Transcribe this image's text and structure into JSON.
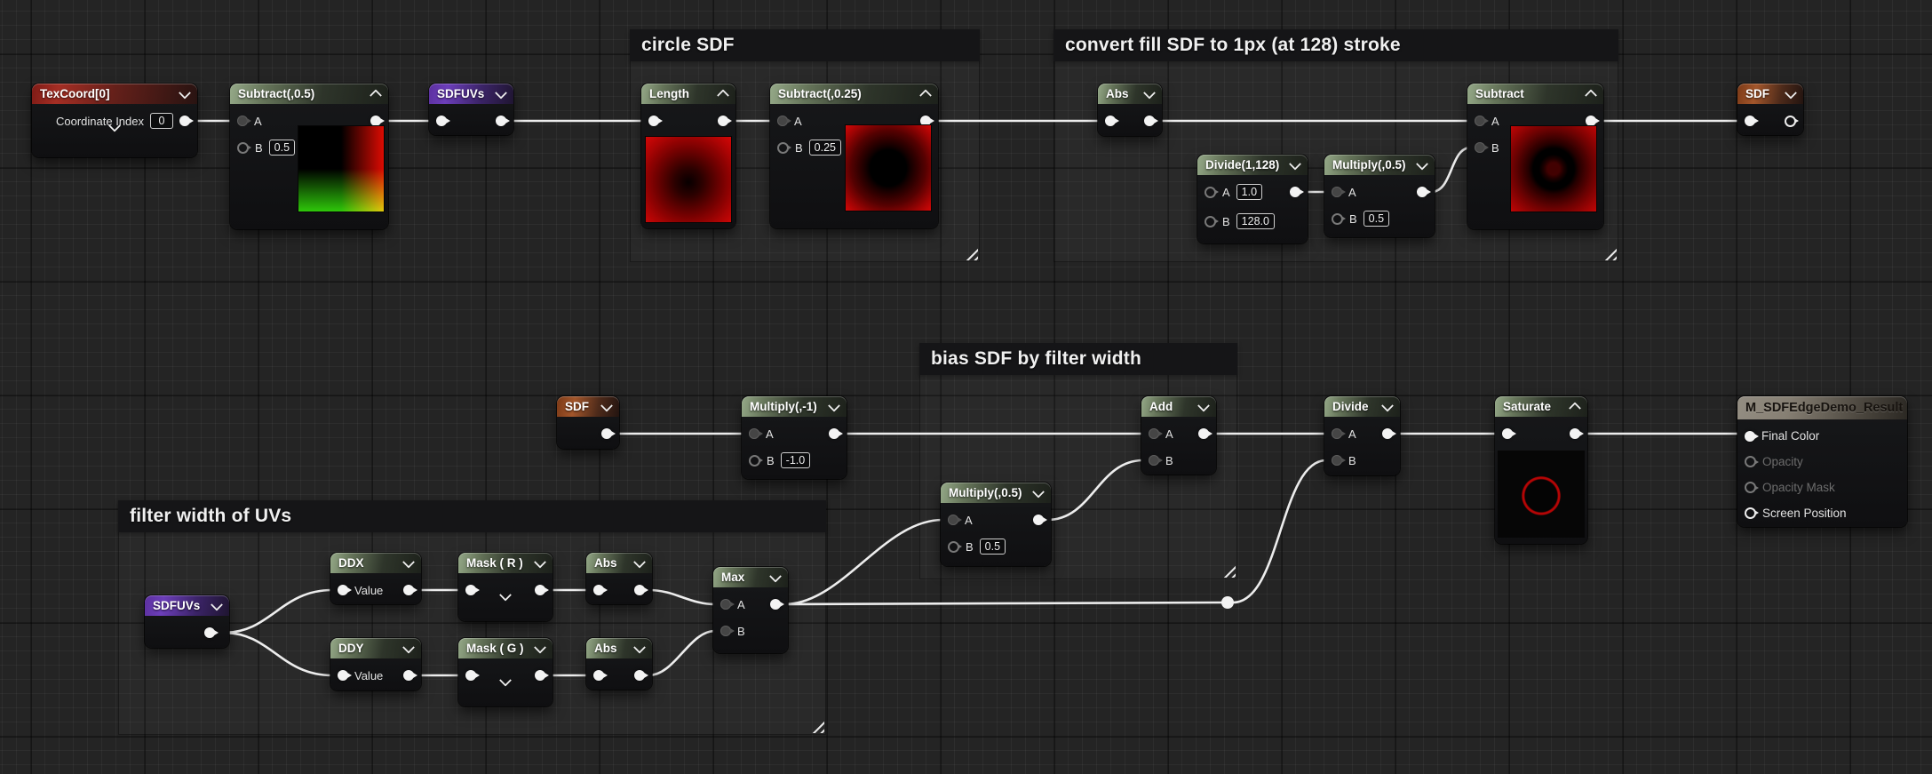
{
  "comments": {
    "circle": {
      "title": "circle SDF"
    },
    "convert": {
      "title": "convert fill SDF to 1px (at 128) stroke"
    },
    "bias": {
      "title": "bias SDF by filter width"
    },
    "filter": {
      "title": "filter width of UVs"
    }
  },
  "labels": {
    "a": "A",
    "b": "B",
    "value": "Value",
    "coordinate_index": "Coordinate Index"
  },
  "nodes": {
    "texcoord": {
      "title": "TexCoord[0]",
      "index_value": "0"
    },
    "subtract_05": {
      "title": "Subtract(,0.5)",
      "b_value": "0.5"
    },
    "sdfuvs_decl": {
      "title": "SDFUVs"
    },
    "length": {
      "title": "Length"
    },
    "subtract_025": {
      "title": "Subtract(,0.25)",
      "b_value": "0.25"
    },
    "abs1": {
      "title": "Abs"
    },
    "divide_1_128": {
      "title": "Divide(1,128)",
      "a_value": "1.0",
      "b_value": "128.0"
    },
    "multiply_05_top": {
      "title": "Multiply(,0.5)",
      "b_value": "0.5"
    },
    "subtract_stroke": {
      "title": "Subtract"
    },
    "sdf_decl": {
      "title": "SDF"
    },
    "sdf_use": {
      "title": "SDF"
    },
    "multiply_neg1": {
      "title": "Multiply(,-1)",
      "b_value": "-1.0"
    },
    "multiply_05_bias": {
      "title": "Multiply(,0.5)",
      "b_value": "0.5"
    },
    "add": {
      "title": "Add"
    },
    "divide": {
      "title": "Divide"
    },
    "saturate": {
      "title": "Saturate"
    },
    "result": {
      "title": "M_SDFEdgeDemo_Result",
      "pins": [
        "Final Color",
        "Opacity",
        "Opacity Mask",
        "Screen Position"
      ]
    },
    "sdfuvs_use": {
      "title": "SDFUVs"
    },
    "ddx": {
      "title": "DDX"
    },
    "ddy": {
      "title": "DDY"
    },
    "mask_r": {
      "title": "Mask ( R )"
    },
    "mask_g": {
      "title": "Mask ( G )"
    },
    "abs2": {
      "title": "Abs"
    },
    "abs3": {
      "title": "Abs"
    },
    "max": {
      "title": "Max"
    }
  },
  "colors": {
    "background": "#242424",
    "wire": "#ededed",
    "header_math_green": "#95a988",
    "header_texcoord_red": "#a52e24",
    "header_named_reroute_purple": "#6c3eba",
    "header_named_reroute_orange": "#a3562b",
    "header_result_bronze": "#938d82"
  }
}
